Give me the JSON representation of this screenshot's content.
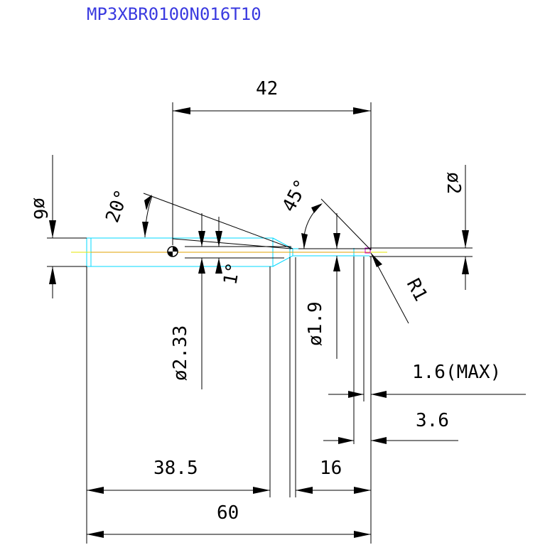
{
  "drawing": {
    "part_number": "MP3XBR0100N016T10",
    "colors": {
      "title": "#3a3ae0",
      "tool_outline": "#00d8ff",
      "center_line": "#e6e600",
      "dimension": "#000000",
      "tip_mark": "#cc00cc"
    }
  },
  "dimensions": {
    "overall_length": "42",
    "shank_diameter": "ø6",
    "tip_diameter": "ø2",
    "taper_angle": "20°",
    "tip_angle": "45°",
    "radius": "R1",
    "back_taper": "1°",
    "neck_diameter": "ø2.33",
    "flute_diameter": "ø1.9",
    "cutting_length_max": "1.6(MAX)",
    "cutting_length": "3.6",
    "shank_length": "38.5",
    "neck_length": "16",
    "total_length": "60"
  }
}
